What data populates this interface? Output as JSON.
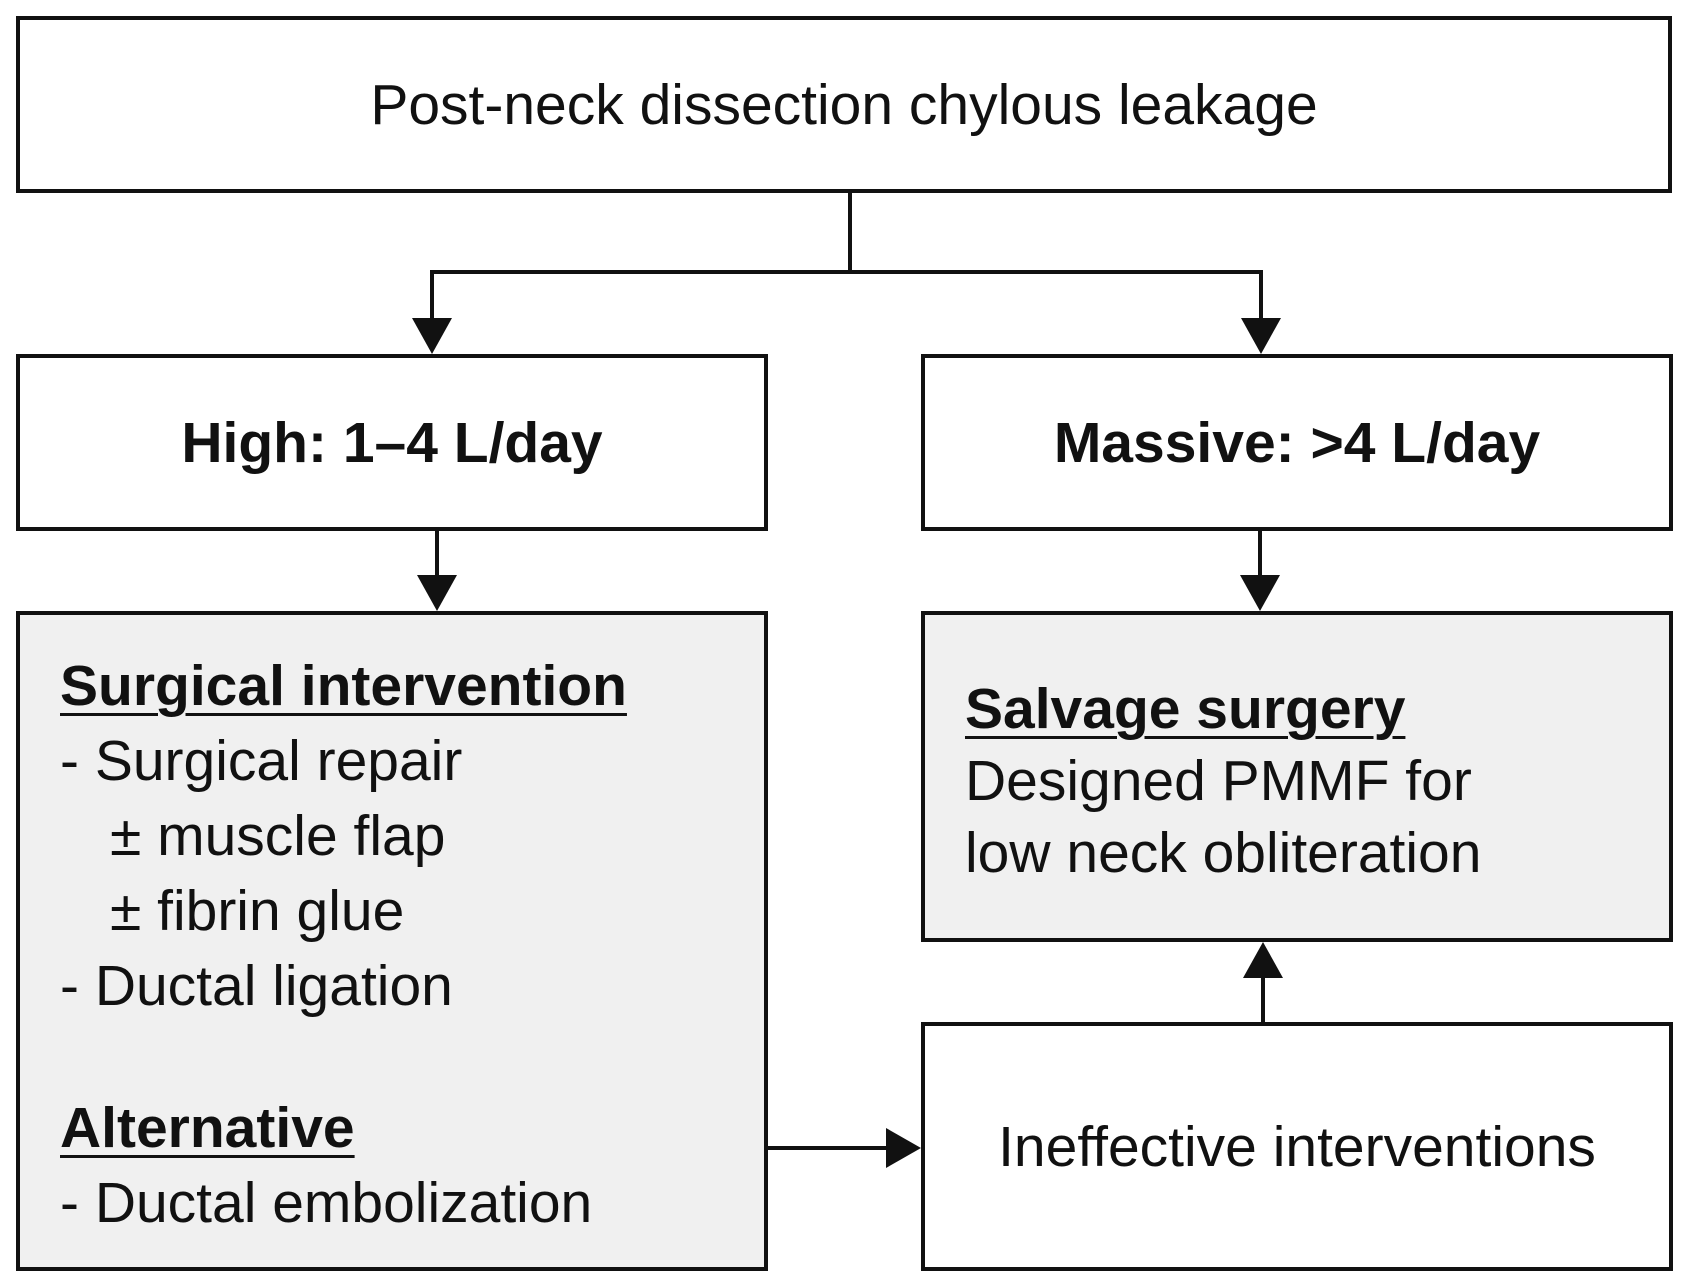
{
  "nodes": {
    "top": {
      "text": "Post-neck dissection chylous leakage"
    },
    "high": {
      "text": "High: 1–4 L/day"
    },
    "massive": {
      "text": "Massive: >4 L/day"
    },
    "surgical": {
      "heading": "Surgical intervention",
      "lines": [
        "- Surgical repair",
        "± muscle flap",
        "± fibrin glue",
        "- Ductal ligation"
      ],
      "alt_heading": "Alternative",
      "alt_lines": [
        "- Ductal embolization"
      ]
    },
    "salvage": {
      "heading": "Salvage surgery",
      "lines": [
        "Designed PMMF for",
        "low neck obliteration"
      ]
    },
    "ineffective": {
      "text": "Ineffective interventions"
    }
  },
  "edges": [
    {
      "from": "top",
      "to": "high"
    },
    {
      "from": "top",
      "to": "massive"
    },
    {
      "from": "high",
      "to": "surgical"
    },
    {
      "from": "massive",
      "to": "salvage"
    },
    {
      "from": "surgical",
      "to": "ineffective"
    },
    {
      "from": "ineffective",
      "to": "salvage"
    }
  ]
}
